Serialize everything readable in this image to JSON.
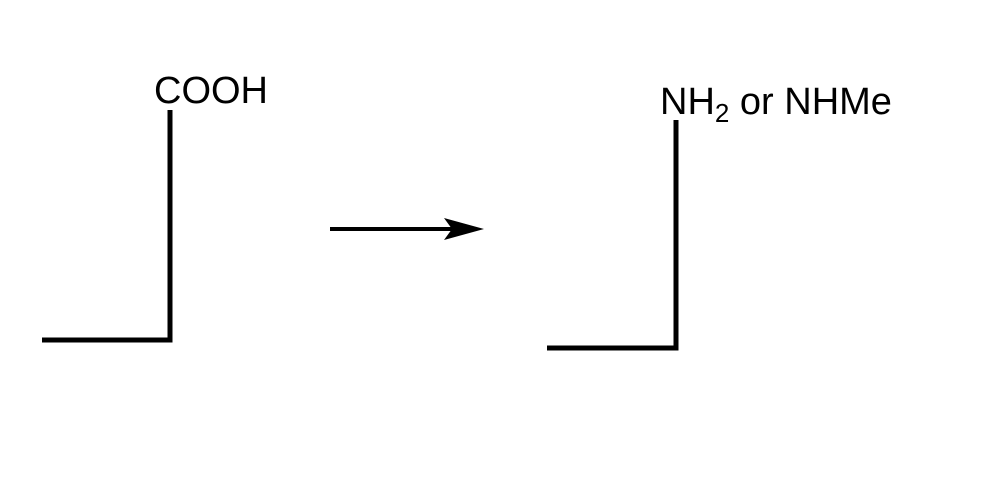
{
  "reactant": {
    "substituent": "COOH"
  },
  "product": {
    "substituent_prefix": "NH",
    "substituent_subscript": "2",
    "substituent_suffix": " or NHMe"
  },
  "colors": {
    "ink": "#000000",
    "background": "#ffffff"
  }
}
